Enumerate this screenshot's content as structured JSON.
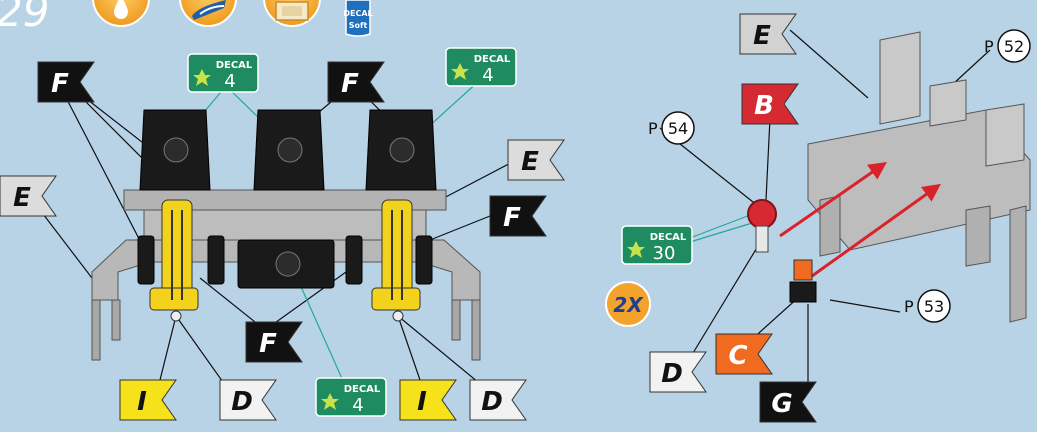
{
  "step_number": "29",
  "icons": [
    {
      "name": "glue-drop-icon"
    },
    {
      "name": "paint-brush-icon"
    },
    {
      "name": "decal-sheet-icon"
    },
    {
      "name": "decal-soft-bottle-icon",
      "label_top": "DECAL",
      "label_bottom": "Soft"
    }
  ],
  "decal_word": "DECAL",
  "left_assembly": {
    "flags": [
      {
        "id": "F1",
        "letter": "F",
        "color": "#111111",
        "text_color": "#ffffff"
      },
      {
        "id": "F2",
        "letter": "F",
        "color": "#111111",
        "text_color": "#ffffff"
      },
      {
        "id": "E1",
        "letter": "E",
        "color": "#dcdcdc",
        "text_color": "#111111"
      },
      {
        "id": "E2",
        "letter": "E",
        "color": "#dcdcdc",
        "text_color": "#111111"
      },
      {
        "id": "F3",
        "letter": "F",
        "color": "#111111",
        "text_color": "#ffffff"
      },
      {
        "id": "F4",
        "letter": "F",
        "color": "#111111",
        "text_color": "#ffffff"
      },
      {
        "id": "I1",
        "letter": "I",
        "color": "#f5e21a",
        "text_color": "#111111"
      },
      {
        "id": "D1",
        "letter": "D",
        "color": "#f2f2f2",
        "text_color": "#111111"
      },
      {
        "id": "I2",
        "letter": "I",
        "color": "#f5e21a",
        "text_color": "#111111"
      },
      {
        "id": "D2",
        "letter": "D",
        "color": "#f2f2f2",
        "text_color": "#111111"
      }
    ],
    "decals": [
      {
        "id": "decal-a",
        "number": "4"
      },
      {
        "id": "decal-b",
        "number": "4"
      },
      {
        "id": "decal-c",
        "number": "4"
      }
    ]
  },
  "right_assembly": {
    "flags": [
      {
        "id": "E3",
        "letter": "E",
        "color": "#d2d2d2",
        "text_color": "#111111"
      },
      {
        "id": "B1",
        "letter": "B",
        "color": "#d62a33",
        "text_color": "#ffffff"
      },
      {
        "id": "D3",
        "letter": "D",
        "color": "#f2f2f2",
        "text_color": "#111111"
      },
      {
        "id": "C1",
        "letter": "C",
        "color": "#f06a1f",
        "text_color": "#ffffff"
      },
      {
        "id": "G1",
        "letter": "G",
        "color": "#111111",
        "text_color": "#ffffff"
      }
    ],
    "part_refs": [
      {
        "id": "p52",
        "prefix": "P",
        "number": "52"
      },
      {
        "id": "p54",
        "prefix": "P",
        "number": "54"
      },
      {
        "id": "p53",
        "prefix": "P",
        "number": "53"
      }
    ],
    "decals": [
      {
        "id": "decal-d",
        "number": "30"
      }
    ],
    "quantity": "2X"
  },
  "colors": {
    "background": "#b9d3e6",
    "icon_orange": "#f3a22b",
    "decal_green": "#1e8b60",
    "arrow_red": "#d8232a",
    "leader_teal": "#22a99b",
    "part_gray": "#b3b3b3",
    "part_black": "#1a1a1a",
    "part_yellow": "#f3d21b"
  }
}
